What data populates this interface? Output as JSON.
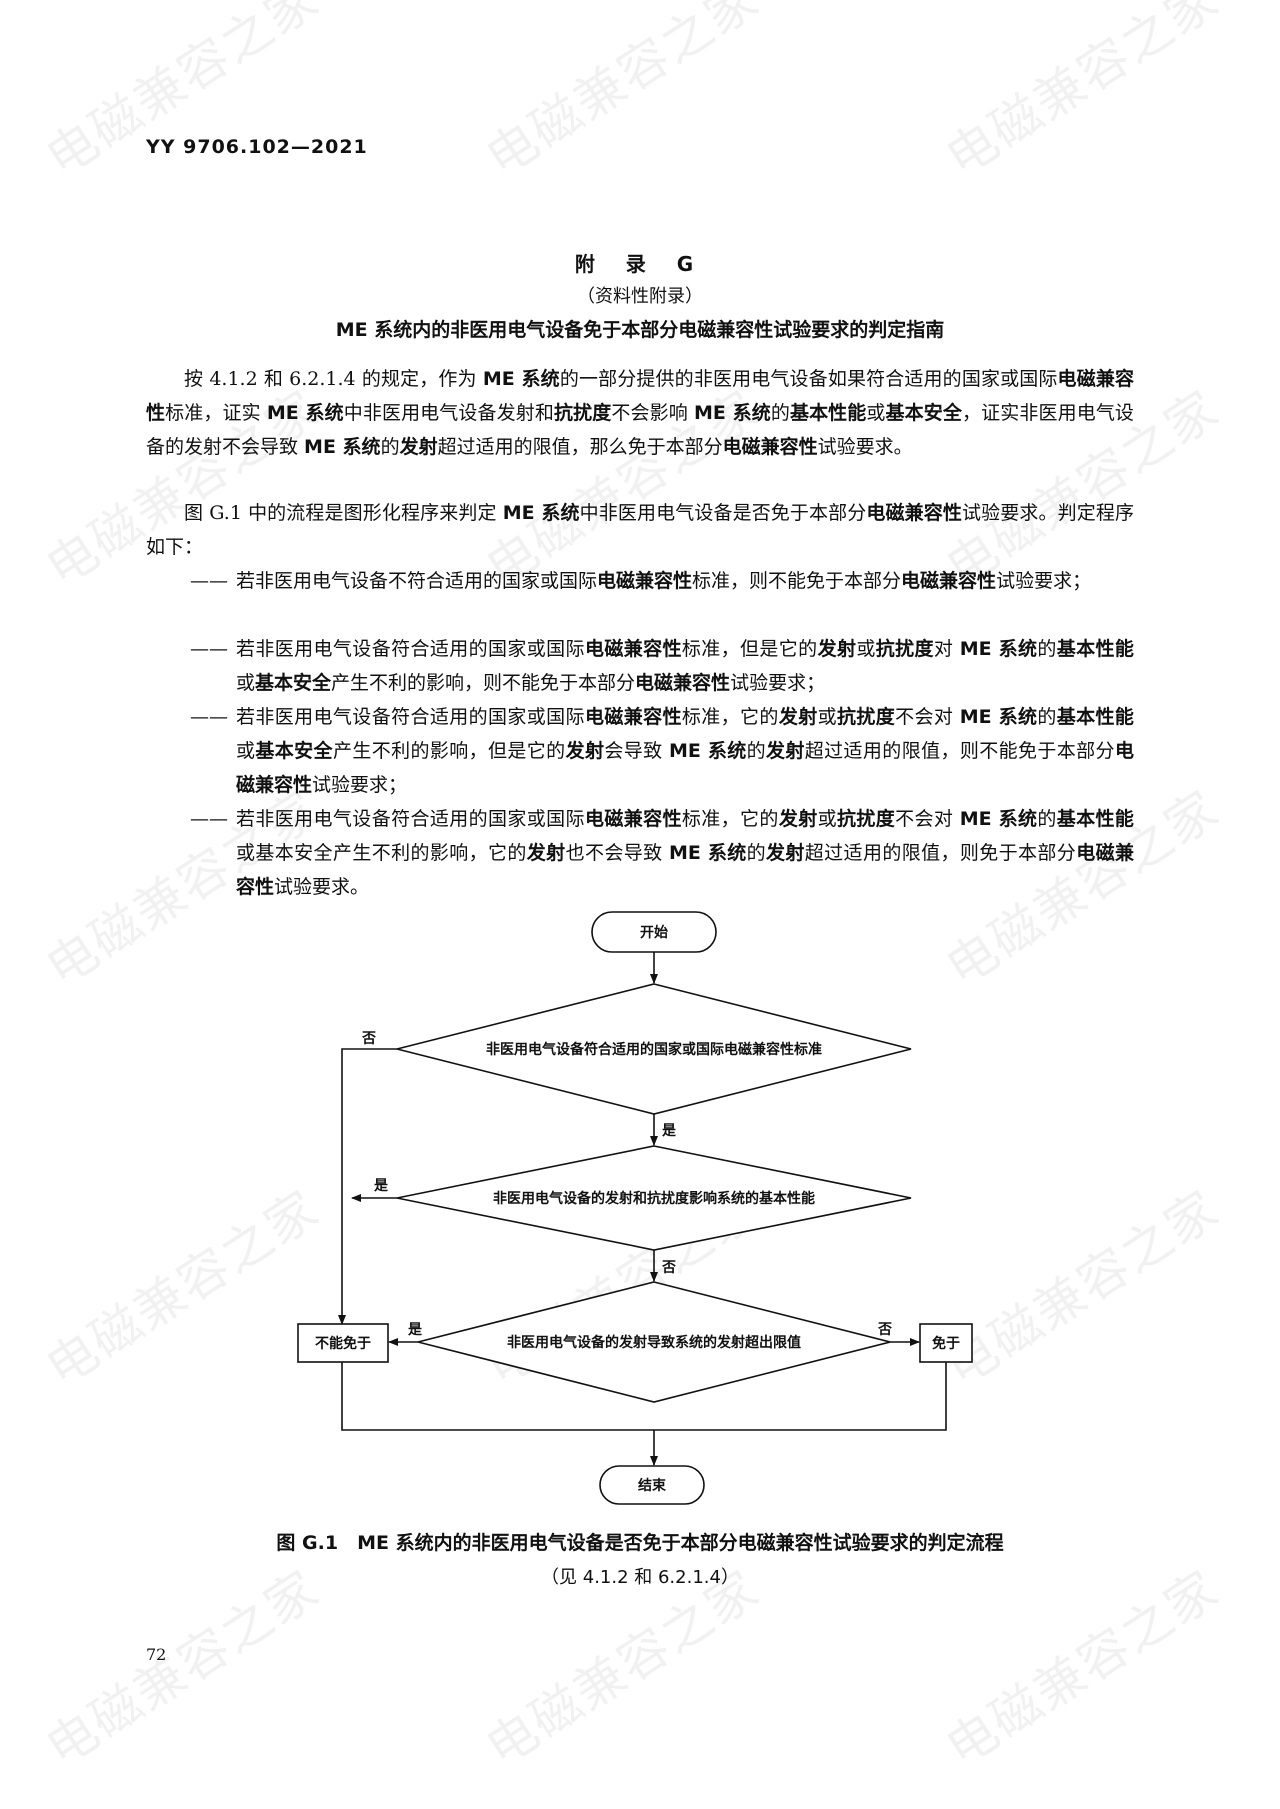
{
  "watermark": "电磁兼容之家",
  "header": "YY 9706.102—2021",
  "appendix": {
    "title": "附 录 G",
    "type": "（资料性附录）",
    "heading": "ME 系统内的非医用电气设备免于本部分电磁兼容性试验要求的判定指南"
  },
  "para1": [
    {
      "t": "按 4.1.2 和 6.2.1.4 的规定，作为 "
    },
    {
      "t": "ME 系统",
      "b": true
    },
    {
      "t": "的一部分提供的非医用电气设备如果符合适用的国家或国际"
    },
    {
      "t": "电磁兼容性",
      "b": true
    },
    {
      "t": "标准，证实 "
    },
    {
      "t": "ME 系统",
      "b": true
    },
    {
      "t": "中非医用电气设备发射和"
    },
    {
      "t": "抗扰度",
      "b": true
    },
    {
      "t": "不会影响 "
    },
    {
      "t": "ME 系统",
      "b": true
    },
    {
      "t": "的"
    },
    {
      "t": "基本性能",
      "b": true
    },
    {
      "t": "或"
    },
    {
      "t": "基本安全",
      "b": true
    },
    {
      "t": "，证实非医用电气设备的发射不会导致 "
    },
    {
      "t": "ME 系统",
      "b": true
    },
    {
      "t": "的"
    },
    {
      "t": "发射",
      "b": true
    },
    {
      "t": "超过适用的限值，那么免于本部分"
    },
    {
      "t": "电磁兼容性",
      "b": true
    },
    {
      "t": "试验要求。"
    }
  ],
  "para2": [
    {
      "t": "图 G.1 中的流程是图形化程序来判定 "
    },
    {
      "t": "ME 系统",
      "b": true
    },
    {
      "t": "中非医用电气设备是否免于本部分"
    },
    {
      "t": "电磁兼容性",
      "b": true
    },
    {
      "t": "试验要求。判定程序如下："
    }
  ],
  "items": [
    [
      {
        "t": "若非医用电气设备不符合适用的国家或国际"
      },
      {
        "t": "电磁兼容性",
        "b": true
      },
      {
        "t": "标准，则不能免于本部分"
      },
      {
        "t": "电磁兼容性",
        "b": true
      },
      {
        "t": "试验要求；"
      }
    ],
    [
      {
        "t": "若非医用电气设备符合适用的国家或国际"
      },
      {
        "t": "电磁兼容性",
        "b": true
      },
      {
        "t": "标准，但是它的"
      },
      {
        "t": "发射",
        "b": true
      },
      {
        "t": "或"
      },
      {
        "t": "抗扰度",
        "b": true
      },
      {
        "t": "对 "
      },
      {
        "t": "ME 系统",
        "b": true
      },
      {
        "t": "的"
      },
      {
        "t": "基本性能",
        "b": true
      },
      {
        "t": "或"
      },
      {
        "t": "基本安全",
        "b": true
      },
      {
        "t": "产生不利的影响，则不能免于本部分"
      },
      {
        "t": "电磁兼容性",
        "b": true
      },
      {
        "t": "试验要求；"
      }
    ],
    [
      {
        "t": "若非医用电气设备符合适用的国家或国际"
      },
      {
        "t": "电磁兼容性",
        "b": true
      },
      {
        "t": "标准，它的"
      },
      {
        "t": "发射",
        "b": true
      },
      {
        "t": "或"
      },
      {
        "t": "抗扰度",
        "b": true
      },
      {
        "t": "不会对 "
      },
      {
        "t": "ME 系统",
        "b": true
      },
      {
        "t": "的"
      },
      {
        "t": "基本性能",
        "b": true
      },
      {
        "t": "或"
      },
      {
        "t": "基本安全",
        "b": true
      },
      {
        "t": "产生不利的影响，但是它的"
      },
      {
        "t": "发射",
        "b": true
      },
      {
        "t": "会导致 "
      },
      {
        "t": "ME 系统",
        "b": true
      },
      {
        "t": "的"
      },
      {
        "t": "发射",
        "b": true
      },
      {
        "t": "超过适用的限值，则不能免于本部分"
      },
      {
        "t": "电磁兼容性",
        "b": true
      },
      {
        "t": "试验要求；"
      }
    ],
    [
      {
        "t": "若非医用电气设备符合适用的国家或国际"
      },
      {
        "t": "电磁兼容性",
        "b": true
      },
      {
        "t": "标准，它的"
      },
      {
        "t": "发射",
        "b": true
      },
      {
        "t": "或"
      },
      {
        "t": "抗扰度",
        "b": true
      },
      {
        "t": "不会对 "
      },
      {
        "t": "ME 系统",
        "b": true
      },
      {
        "t": "的"
      },
      {
        "t": "基本性能",
        "b": true
      },
      {
        "t": "或基本安全产生不利的影响，它的"
      },
      {
        "t": "发射",
        "b": true
      },
      {
        "t": "也不会导致 "
      },
      {
        "t": "ME 系统",
        "b": true
      },
      {
        "t": "的"
      },
      {
        "t": "发射",
        "b": true
      },
      {
        "t": "超过适用的限值，则免于本部分"
      },
      {
        "t": "电磁兼容性",
        "b": true
      },
      {
        "t": "试验要求。"
      }
    ]
  ],
  "dash": "——",
  "flow": {
    "start": "开始",
    "d1": "非医用电气设备符合适用的国家或国际电磁兼容性标准",
    "d2": "非医用电气设备的发射和抗扰度影响系统的基本性能",
    "d3": "非医用电气设备的发射导致系统的发射超出限值",
    "not_exempt": "不能免于",
    "exempt": "免于",
    "end": "结束",
    "yes": "是",
    "no": "否"
  },
  "caption": {
    "line1": "图 G.1　ME 系统内的非医用电气设备是否免于本部分电磁兼容性试验要求的判定流程",
    "line2": "（见 4.1.2 和 6.2.1.4）"
  },
  "page_number": "72"
}
